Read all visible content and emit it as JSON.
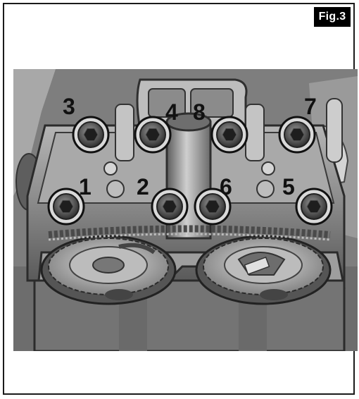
{
  "figure": {
    "badge": "Fig.3"
  },
  "bolts": [
    {
      "label": "1"
    },
    {
      "label": "2"
    },
    {
      "label": "3"
    },
    {
      "label": "4"
    },
    {
      "label": "5"
    },
    {
      "label": "6"
    },
    {
      "label": "7"
    },
    {
      "label": "8"
    }
  ],
  "colors": {
    "metal_dark": "#3a3a3a",
    "metal_mid": "#8c8c8c",
    "metal_light": "#c9c9c9",
    "highlight": "#e6e6e6",
    "ink": "#111111"
  }
}
